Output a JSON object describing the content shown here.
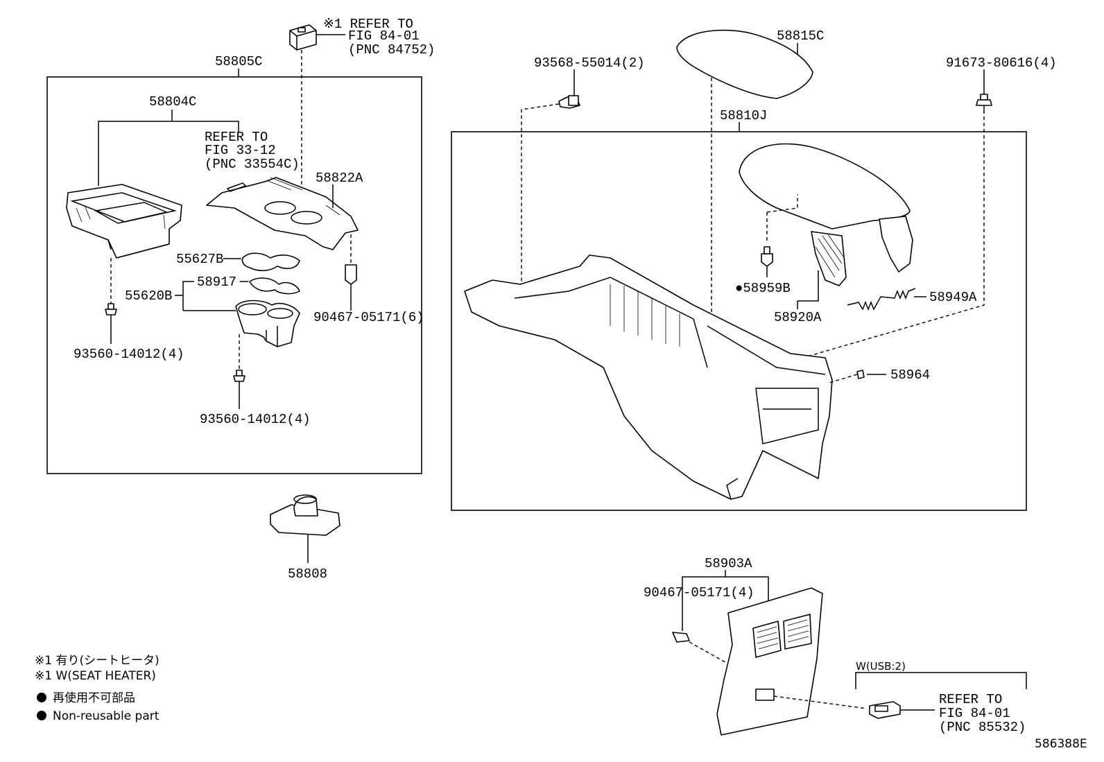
{
  "labels": {
    "p58805C": "58805C",
    "p58804C": "58804C",
    "refer1_l1": "※1 REFER TO",
    "refer1_l2": "FIG 84-01",
    "refer1_l3": "(PNC 84752)",
    "refer2_l1": "REFER TO",
    "refer2_l2": "FIG 33-12",
    "refer2_l3": "(PNC 33554C)",
    "p58822A": "58822A",
    "p55627B": "55627B",
    "p55620B": "55620B",
    "p58917": "58917",
    "p90467_6": "90467-05171(6)",
    "p93560_a": "93560-14012(4)",
    "p93560_b": "93560-14012(4)",
    "p58808": "58808",
    "p93568": "93568-55014(2)",
    "p58815C": "58815C",
    "p91673": "91673-80616(4)",
    "p58810J": "58810J",
    "p58959B": "●58959B",
    "p58920A": "58920A",
    "p58949A": "58949A",
    "p58964": "58964",
    "p58903A": "58903A",
    "p90467_4": "90467-05171(4)",
    "usb_title": "W(USB:2)",
    "refer3_l1": "REFER TO",
    "refer3_l2": "FIG 84-01",
    "refer3_l3": "(PNC 85532)",
    "figure_id": "586388E"
  },
  "legend": {
    "line1": "※1 有り(シートヒータ)",
    "line2": "※1 W(SEAT HEATER)",
    "line3": "再使用不可部品",
    "line4": "Non-reusable part"
  }
}
